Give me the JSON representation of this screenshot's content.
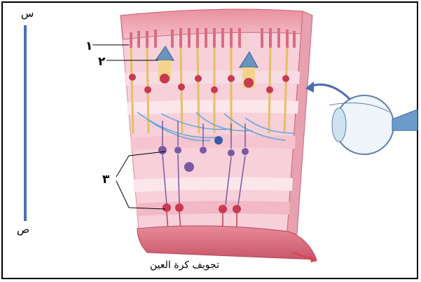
{
  "axis": {
    "top_label": "س",
    "bottom_label": "ص"
  },
  "labels": {
    "one": "١",
    "two": "٢",
    "three": "٣"
  },
  "caption": "تجويف كرة العين",
  "colors": {
    "axis_line": "#4a6fb5",
    "tissue_pink": "#f3b3c4",
    "tissue_dark": "#e08a9c",
    "band_light": "#f9d6e0",
    "nerve_cell": "#c73a52",
    "bipolar_cell": "#7a5aa0",
    "fiber_blue": "#5fa8d6",
    "cone_blue": "#6a93bd",
    "rod_yellow": "#f2d58a",
    "arrow_blue": "#4b6db0",
    "arrow_red": "#d9404a"
  }
}
